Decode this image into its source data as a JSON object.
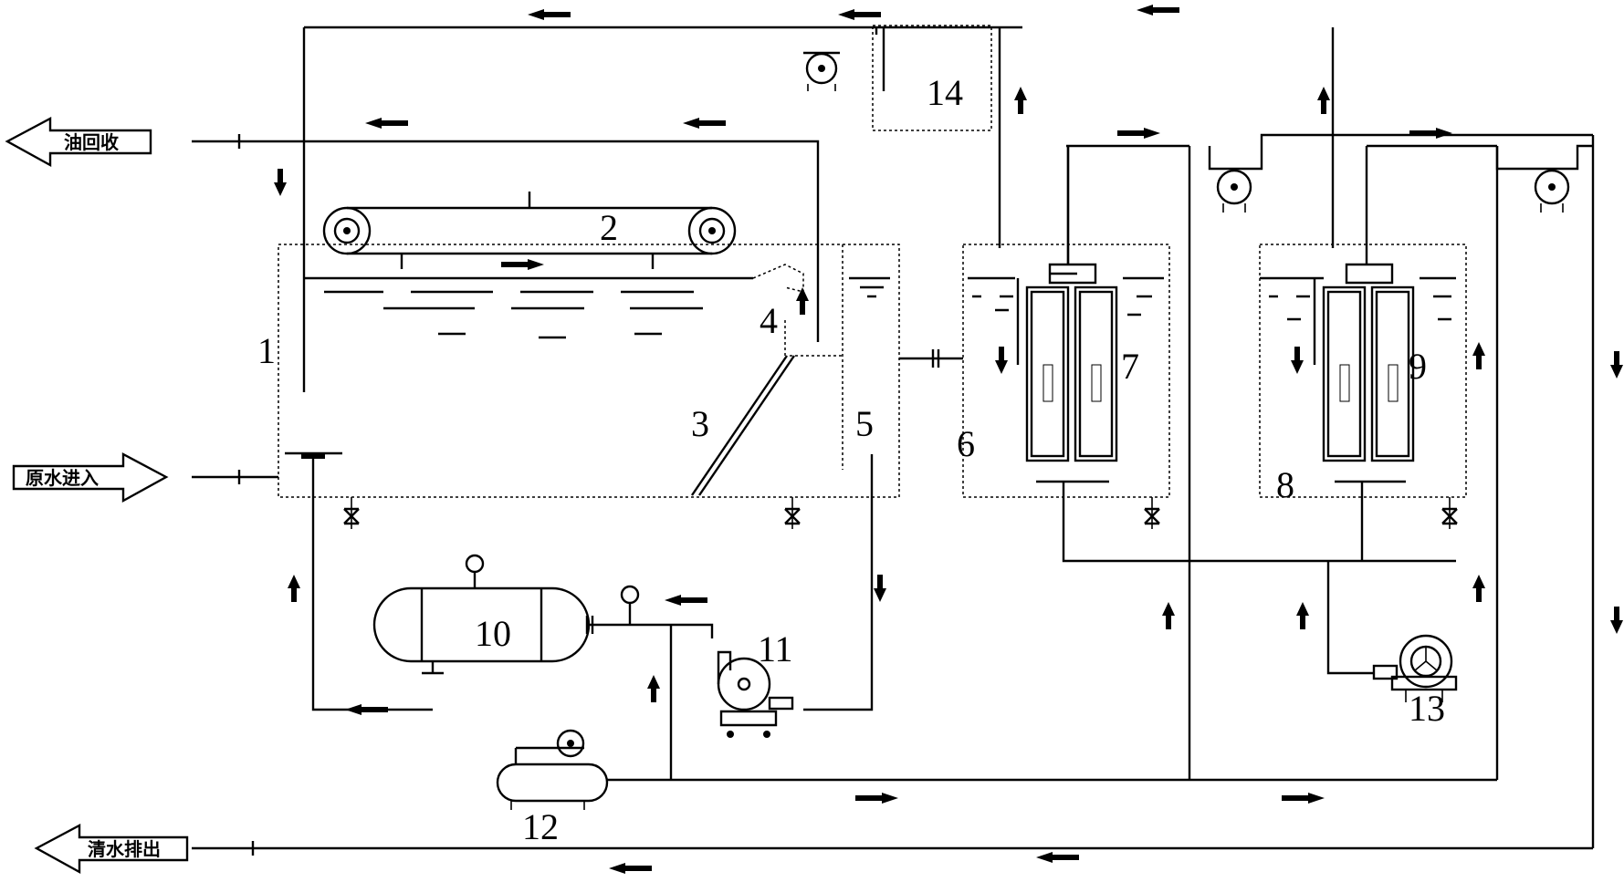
{
  "labels": {
    "oil_recovery": "油回收",
    "raw_water_in": "原水进入",
    "clean_water_out": "清水排出"
  },
  "components": [
    "1",
    "2",
    "3",
    "4",
    "5",
    "6",
    "7",
    "8",
    "9",
    "10",
    "11",
    "12",
    "13",
    "14"
  ]
}
